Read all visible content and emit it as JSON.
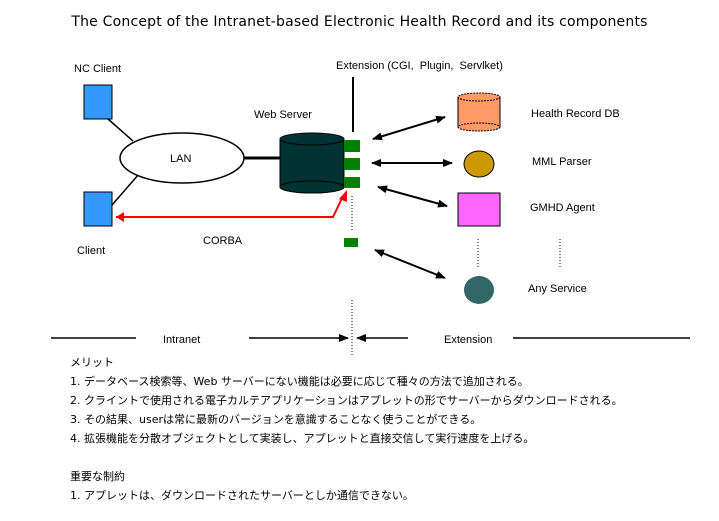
{
  "title": "The Concept of the Intranet-based Electronic Health Record and its components",
  "diagram": {
    "nodes": {
      "nc_client": "NC Client",
      "client": "Client",
      "lan": "LAN",
      "web_server": "Web Server",
      "extension_label": "Extension (CGI,  Plugin,  Servlket)",
      "corba": "CORBA",
      "health_record_db": "Health Record DB",
      "mml_parser": "MML Parser",
      "gmhd_agent": "GMHD Agent",
      "any_service": "Any Service"
    },
    "zones": {
      "intranet": "Intranet",
      "extension": "Extension"
    },
    "colors": {
      "client_blue": "#3399ff",
      "server_dark": "#003333",
      "plugin_green": "#008000",
      "db_salmon": "#ff9966",
      "parser_gold": "#cc9900",
      "agent_magenta": "#ff66ff",
      "service_teal": "#336666",
      "corba_red": "#ff0000"
    }
  },
  "notes": {
    "merits_heading": "メリット",
    "merits": [
      "1. データベース検索等、Web サーバーにない機能は必要に応じて種々の方法で追加される。",
      "2. クライントで使用される電子カルテアプリケーションはアプレットの形でサーバーからダウンロードされる。",
      "3. その結果、userは常に最新のバージョンを意識することなく使うことができる。",
      "4. 拡張機能を分散オブジェクトとして実装し、アプレットと直接交信して実行速度を上げる。"
    ],
    "constraints_heading": "重要な制約",
    "constraints": [
      "1. アプレットは、ダウンロードされたサーバーとしか通信できない。"
    ]
  }
}
